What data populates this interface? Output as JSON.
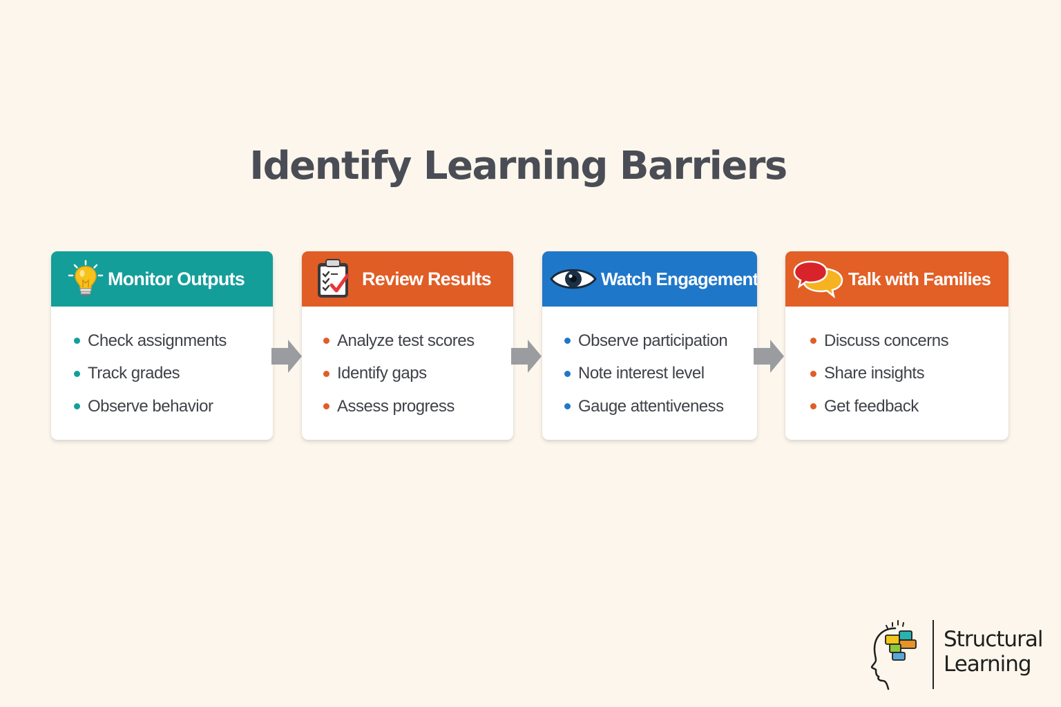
{
  "title": "Identify Learning Barriers",
  "steps": [
    {
      "title": "Monitor Outputs",
      "icon": "lightbulb-icon",
      "header_color": "#149e9a",
      "bullet_color": "#149e9a",
      "items": [
        "Check assignments",
        "Track grades",
        "Observe behavior"
      ]
    },
    {
      "title": "Review Results",
      "icon": "checklist-icon",
      "header_color": "#e05d26",
      "bullet_color": "#e05d26",
      "items": [
        "Analyze test scores",
        "Identify gaps",
        "Assess progress"
      ]
    },
    {
      "title": "Watch Engagement",
      "icon": "eye-icon",
      "header_color": "#1f77c9",
      "bullet_color": "#1f77c9",
      "items": [
        "Observe participation",
        "Note interest level",
        "Gauge attentiveness"
      ]
    },
    {
      "title": "Talk with Families",
      "icon": "speech-bubbles-icon",
      "header_color": "#e25f26",
      "bullet_color": "#e05d26",
      "items": [
        "Discuss concerns",
        "Share insights",
        "Get feedback"
      ]
    }
  ],
  "arrow_color": "#9a9ca0",
  "brand": {
    "line1": "Structural",
    "line2": "Learning",
    "logo_icon": "head-blocks-logo-icon"
  }
}
